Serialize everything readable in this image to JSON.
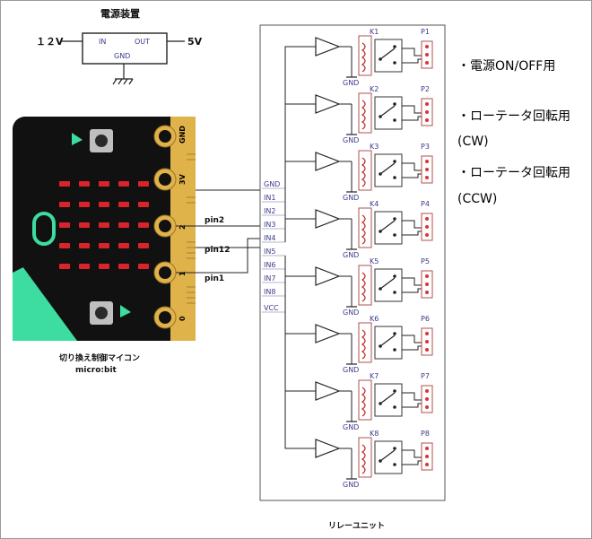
{
  "power": {
    "title": "電源装置",
    "in_voltage": "１２V",
    "in_label": "IN",
    "out_label": "OUT",
    "gnd_label": "GND",
    "out_voltage": "5V"
  },
  "microbit": {
    "caption_line1": "切り換え制御マイコン",
    "caption_line2": "micro:bit",
    "pads": [
      "GND",
      "3V",
      "2",
      "1",
      "0"
    ],
    "led_color": "#d8242a",
    "board_color": "#111111",
    "edge_color": "#e0b24a",
    "accent_color": "#3ddca0"
  },
  "wires": {
    "pin_a": "pin2",
    "pin_b": "pin12",
    "pin_c": "pin1"
  },
  "relay": {
    "caption": "リレーユニット",
    "inputs": [
      "GND",
      "IN1",
      "IN2",
      "IN3",
      "IN4",
      "IN5",
      "IN6",
      "IN7",
      "IN8",
      "VCC"
    ],
    "channels": [
      {
        "k": "K1",
        "p": "P1"
      },
      {
        "k": "K2",
        "p": "P2"
      },
      {
        "k": "K3",
        "p": "P3"
      },
      {
        "k": "K4",
        "p": "P4"
      },
      {
        "k": "K5",
        "p": "P5"
      },
      {
        "k": "K6",
        "p": "P6"
      },
      {
        "k": "K7",
        "p": "P7"
      },
      {
        "k": "K8",
        "p": "P8"
      }
    ],
    "gnd_label": "GND"
  },
  "notes": {
    "note1": "・電源ON/OFF用",
    "note2a": "・ローテータ回転用",
    "note2b": "(CW)",
    "note3a": "・ローテータ回転用",
    "note3b": "(CCW)"
  }
}
